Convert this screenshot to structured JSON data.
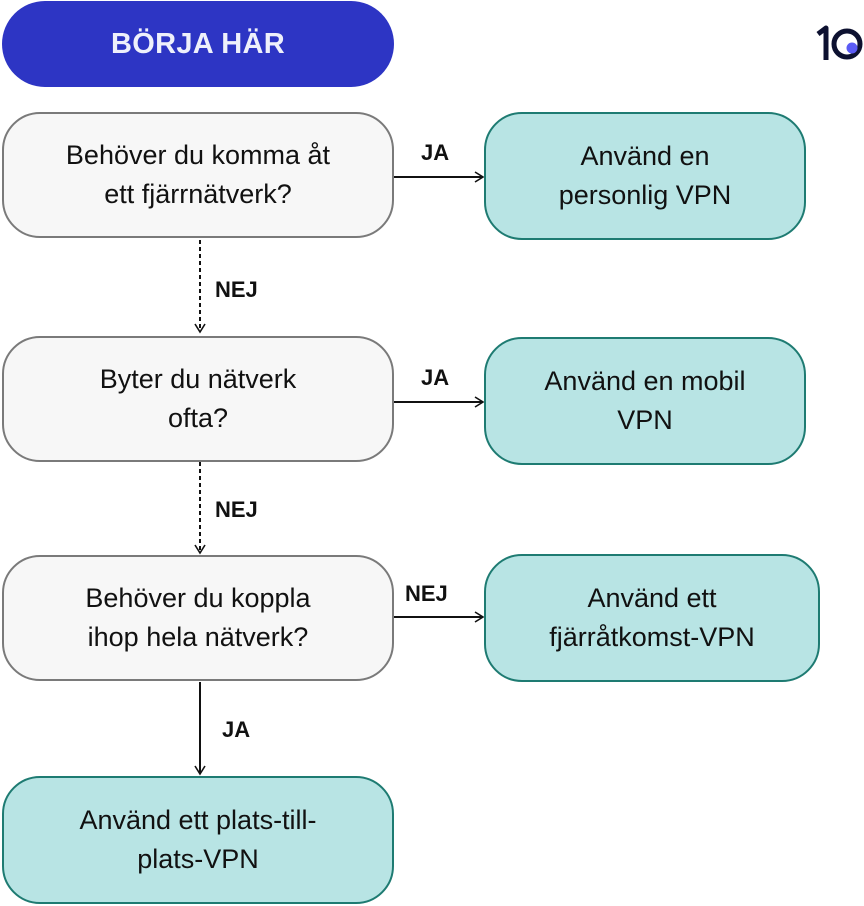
{
  "start": {
    "label": "BÖRJA HÄR",
    "color": "#2d35c4"
  },
  "logo": {
    "text": "10",
    "dot_color": "#5b5bf5",
    "text_color": "#0d1130"
  },
  "questions": [
    {
      "id": "q1",
      "line1": "Behöver du komma åt",
      "line2": "ett fjärrnätverk?"
    },
    {
      "id": "q2",
      "line1": "Byter du nätverk",
      "line2": "ofta?"
    },
    {
      "id": "q3",
      "line1": "Behöver du koppla",
      "line2": "ihop hela nätverk?"
    }
  ],
  "answers": [
    {
      "id": "a1",
      "line1": "Använd en",
      "line2": "personlig VPN"
    },
    {
      "id": "a2",
      "line1": "Använd en mobil",
      "line2": "VPN"
    },
    {
      "id": "a3",
      "line1": "Använd ett",
      "line2": "fjärråtkomst-VPN"
    },
    {
      "id": "a4",
      "line1": "Använd ett plats-till-",
      "line2": "plats-VPN"
    }
  ],
  "edges": [
    {
      "from": "q1",
      "to": "a1",
      "label": "JA",
      "style": "solid"
    },
    {
      "from": "q1",
      "to": "q2",
      "label": "NEJ",
      "style": "dotted"
    },
    {
      "from": "q2",
      "to": "a2",
      "label": "JA",
      "style": "solid"
    },
    {
      "from": "q2",
      "to": "q3",
      "label": "NEJ",
      "style": "dotted"
    },
    {
      "from": "q3",
      "to": "a3",
      "label": "NEJ",
      "style": "solid"
    },
    {
      "from": "q3",
      "to": "a4",
      "label": "JA",
      "style": "solid"
    }
  ],
  "colors": {
    "question_fill": "#f7f7f7",
    "question_border": "#7a7a7a",
    "answer_fill": "#b8e4e4",
    "answer_border": "#1e7b72"
  }
}
